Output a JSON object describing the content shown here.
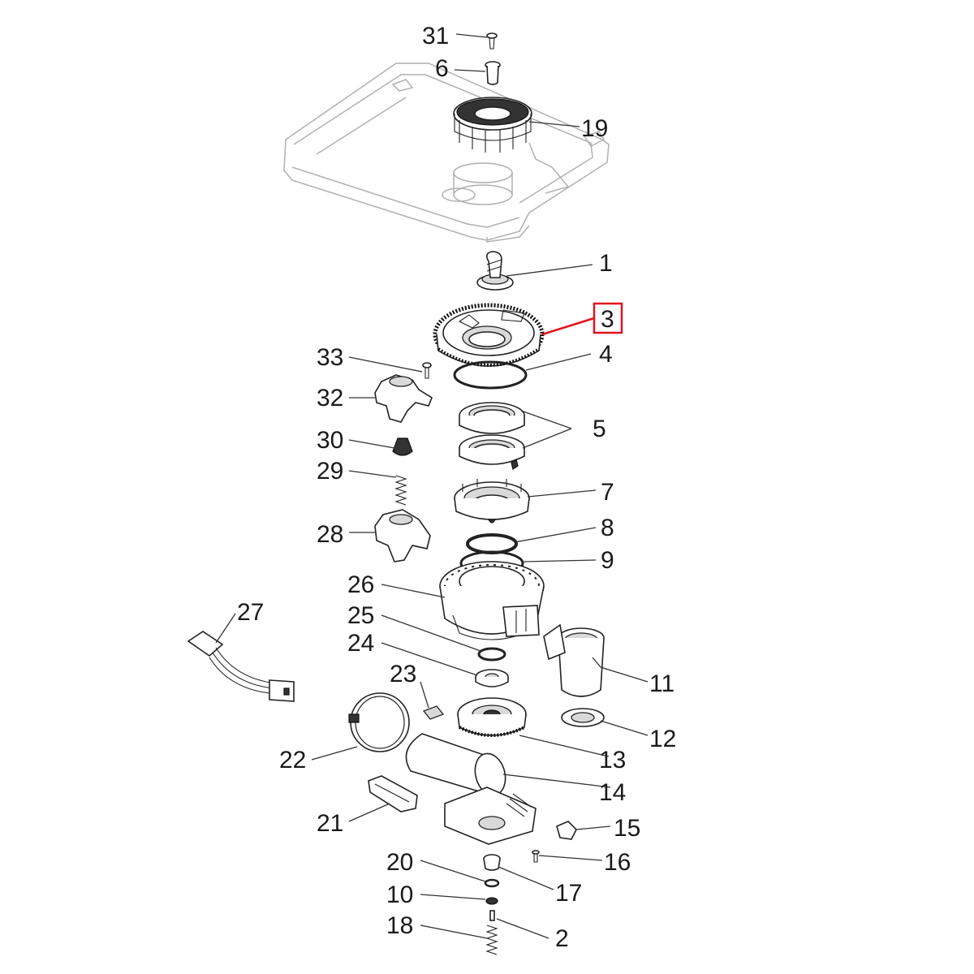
{
  "callouts": [
    {
      "id": "31",
      "label": "31"
    },
    {
      "id": "6",
      "label": "6"
    },
    {
      "id": "19",
      "label": "19"
    },
    {
      "id": "1",
      "label": "1"
    },
    {
      "id": "3",
      "label": "3",
      "highlighted": true
    },
    {
      "id": "4",
      "label": "4"
    },
    {
      "id": "33",
      "label": "33"
    },
    {
      "id": "32",
      "label": "32"
    },
    {
      "id": "5",
      "label": "5"
    },
    {
      "id": "30",
      "label": "30"
    },
    {
      "id": "29",
      "label": "29"
    },
    {
      "id": "7",
      "label": "7"
    },
    {
      "id": "8",
      "label": "8"
    },
    {
      "id": "28",
      "label": "28"
    },
    {
      "id": "9",
      "label": "9"
    },
    {
      "id": "26",
      "label": "26"
    },
    {
      "id": "27",
      "label": "27"
    },
    {
      "id": "25",
      "label": "25"
    },
    {
      "id": "24",
      "label": "24"
    },
    {
      "id": "11",
      "label": "11"
    },
    {
      "id": "23",
      "label": "23"
    },
    {
      "id": "12",
      "label": "12"
    },
    {
      "id": "13",
      "label": "13"
    },
    {
      "id": "22",
      "label": "22"
    },
    {
      "id": "14",
      "label": "14"
    },
    {
      "id": "21",
      "label": "21"
    },
    {
      "id": "15",
      "label": "15"
    },
    {
      "id": "16",
      "label": "16"
    },
    {
      "id": "20",
      "label": "20"
    },
    {
      "id": "17",
      "label": "17"
    },
    {
      "id": "10",
      "label": "10"
    },
    {
      "id": "18",
      "label": "18"
    },
    {
      "id": "2",
      "label": "2"
    }
  ],
  "colors": {
    "highlight": "#e0141e",
    "line": "#333333",
    "ghost": "#b0b0b0"
  }
}
